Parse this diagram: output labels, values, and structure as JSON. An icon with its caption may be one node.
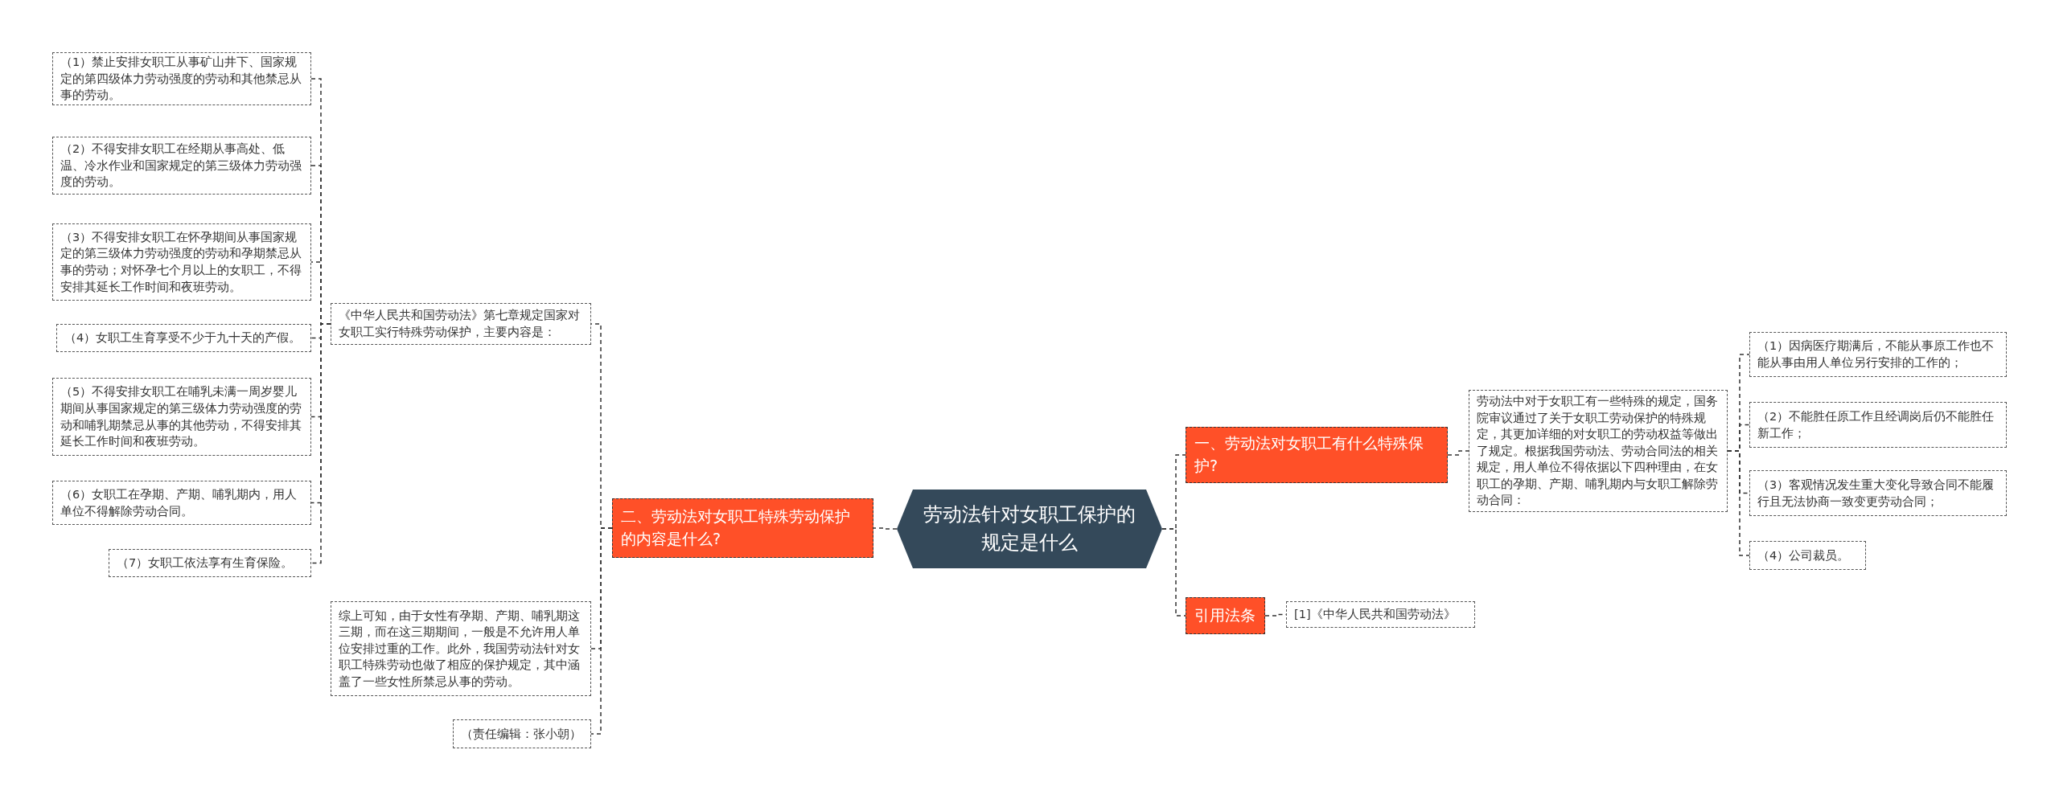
{
  "diagram": {
    "nodes": [
      {
        "text": [
          "劳动法针对女职工保护的规定是什么"
        ]
      },
      {
        "text": [
          "二、劳动法对女职工特殊劳动保护的内容是什么?"
        ]
      },
      {
        "text": [
          "《中华人民共和国劳动法》第七章规定国家对女职工实行特殊劳动保护，主要内容是："
        ]
      },
      {
        "text": [
          "（1）禁止安排女职工从事矿山井下、国家规定的第四级体力劳动强度的劳动和其他禁忌从事的劳动。"
        ]
      },
      {
        "text": [
          "（2）不得安排女职工在经期从事高处、低温、冷水作业和国家规定的第三级体力劳动强度的劳动。"
        ]
      },
      {
        "text": [
          "（3）不得安排女职工在怀孕期间从事国家规定的第三级体力劳动强度的劳动和孕期禁忌从事的劳动；对怀孕七个月以上的女职工，不得安排其延长工作时间和夜班劳动。"
        ]
      },
      {
        "text": [
          "（4）女职工生育享受不少于九十天的产假。"
        ]
      },
      {
        "text": [
          "（5）不得安排女职工在哺乳未满一周岁婴儿期间从事国家规定的第三级体力劳动强度的劳动和哺乳期禁忌从事的其他劳动，不得安排其延长工作时间和夜班劳动。"
        ]
      },
      {
        "text": [
          "（6）女职工在孕期、产期、哺乳期内，用人单位不得解除劳动合同。"
        ]
      },
      {
        "text": [
          "（7）女职工依法享有生育保险。"
        ]
      },
      {
        "text": [
          "综上可知，由于女性有孕期、产期、哺乳期这三期，而在这三期期间，一般是不允许用人单位安排过重的工作。此外，我国劳动法针对女职工特殊劳动也做了相应的保护规定，其中涵盖了一些女性所禁忌从事的劳动。"
        ]
      },
      {
        "text": [
          "（责任编辑：张小朝）"
        ]
      },
      {
        "text": [
          "一、劳动法对女职工有什么特殊保护?"
        ]
      },
      {
        "text": [
          "劳动法中对于女职工有一些特殊的规定，国务院审议通过了关于女职工劳动保护的特殊规定，其更加详细的对女职工的劳动权益等做出了规定。根据我国劳动法、劳动合同法的相关规定，用人单位不得依据以下四种理由，在女职工的孕期、产期、哺乳期内与女职工解除劳动合同："
        ]
      },
      {
        "text": [
          "（1）因病医疗期满后，不能从事原工作也不能从事由用人单位另行安排的工作的；"
        ]
      },
      {
        "text": [
          "（2）不能胜任原工作且经调岗后仍不能胜任新工作；"
        ]
      },
      {
        "text": [
          "（3）客观情况发生重大变化导致合同不能履行且无法协商一致变更劳动合同；"
        ]
      },
      {
        "text": [
          "（4）公司裁员。"
        ]
      },
      {
        "text": [
          "引用法条"
        ]
      },
      {
        "text": [
          "[1]《中华人民共和国劳动法》"
        ]
      }
    ],
    "edges": [
      {
        "from": 0,
        "to": 1,
        "arrow": "none"
      },
      {
        "from": 1,
        "to": 2,
        "arrow": "none"
      },
      {
        "from": 2,
        "to": 3,
        "arrow": "none"
      },
      {
        "from": 2,
        "to": 4,
        "arrow": "none"
      },
      {
        "from": 2,
        "to": 5,
        "arrow": "none"
      },
      {
        "from": 2,
        "to": 6,
        "arrow": "none"
      },
      {
        "from": 2,
        "to": 7,
        "arrow": "none"
      },
      {
        "from": 2,
        "to": 8,
        "arrow": "none"
      },
      {
        "from": 2,
        "to": 9,
        "arrow": "none"
      },
      {
        "from": 1,
        "to": 10,
        "arrow": "none"
      },
      {
        "from": 1,
        "to": 11,
        "arrow": "none"
      },
      {
        "from": 0,
        "to": 12,
        "arrow": "none"
      },
      {
        "from": 12,
        "to": 13,
        "arrow": "none"
      },
      {
        "from": 13,
        "to": 14,
        "arrow": "none"
      },
      {
        "from": 13,
        "to": 15,
        "arrow": "none"
      },
      {
        "from": 13,
        "to": 16,
        "arrow": "none"
      },
      {
        "from": 13,
        "to": 17,
        "arrow": "none"
      },
      {
        "from": 0,
        "to": 18,
        "arrow": "none"
      },
      {
        "from": 18,
        "to": 19,
        "arrow": "none"
      }
    ]
  }
}
